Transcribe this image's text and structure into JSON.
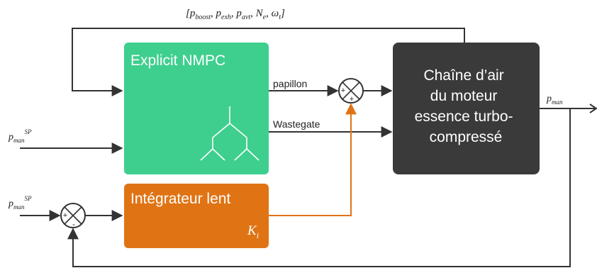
{
  "colors": {
    "nmpc_fill": "#3ecf8e",
    "integrator_fill": "#e07415",
    "plant_fill": "#3a3a3a",
    "line": "#333333",
    "orange_line": "#e07415",
    "box_text": "#ffffff"
  },
  "feedback_vector": {
    "open": "[",
    "p_boost": {
      "base": "p",
      "sub": "boost"
    },
    "p_exh": {
      "base": "p",
      "sub": "exh"
    },
    "p_avt": {
      "base": "p",
      "sub": "avt"
    },
    "N_e": {
      "base": "N",
      "sub": "e"
    },
    "omega_t": {
      "base": "ω",
      "sub": "t"
    },
    "comma": ", ",
    "close": "]"
  },
  "nmpc": {
    "title": "Explicit NMPC",
    "icon": "tree-icon"
  },
  "plant": {
    "lines": [
      "Chaîne d’air",
      "du moteur",
      "essence turbo-",
      "compressé"
    ]
  },
  "integrator": {
    "title": "Intégrateur lent",
    "gain": {
      "base": "K",
      "sub": "i"
    }
  },
  "signals": {
    "papillon": "papillon",
    "wastegate": "Wastegate",
    "p_man": {
      "base": "p",
      "sub": "man"
    },
    "p_man_sp_top": {
      "base": "p",
      "sub": "man",
      "sup": "SP"
    },
    "p_man_sp_bottom": {
      "base": "p",
      "sub": "man",
      "sup": "SP"
    }
  },
  "summer_top": {
    "sign_left": "+",
    "sign_bottom": "+"
  },
  "summer_bottom": {
    "sign_left": "+",
    "sign_bottom": "-"
  }
}
